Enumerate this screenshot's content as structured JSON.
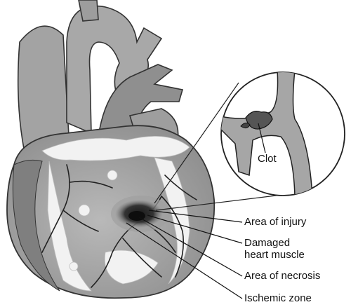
{
  "labels": {
    "area_of_injury": "Area of injury",
    "damaged_heart_muscle_line1": "Damaged",
    "damaged_heart_muscle_line2": "heart muscle",
    "area_of_necrosis": "Area of necrosis",
    "ischemic_zone": "Ischemic zone",
    "clot": "Clot"
  }
}
